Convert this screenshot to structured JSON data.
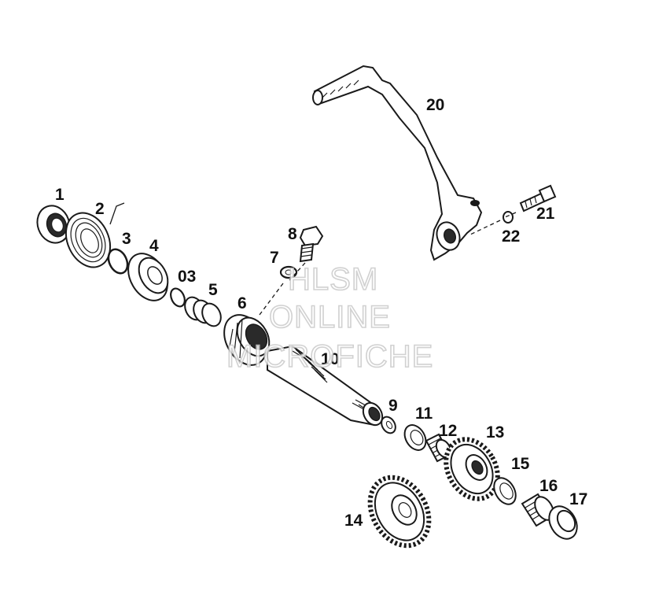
{
  "callouts": {
    "c1": "1",
    "c2": "2",
    "c3": "3",
    "c4": "4",
    "c03": "03",
    "c5": "5",
    "c6": "6",
    "c7": "7",
    "c8": "8",
    "c9": "9",
    "c10": "10",
    "c11": "11",
    "c12": "12",
    "c13": "13",
    "c14": "14",
    "c15": "15",
    "c16": "16",
    "c17": "17",
    "c20": "20",
    "c21": "21",
    "c22": "22"
  },
  "watermark": {
    "line1": "HLSM",
    "line2": "ONLINE",
    "line3": "MICROFICHE"
  },
  "colors": {
    "ink": "#1a1a1a",
    "watermark_outline": "#c9c9c9",
    "background": "#ffffff"
  }
}
